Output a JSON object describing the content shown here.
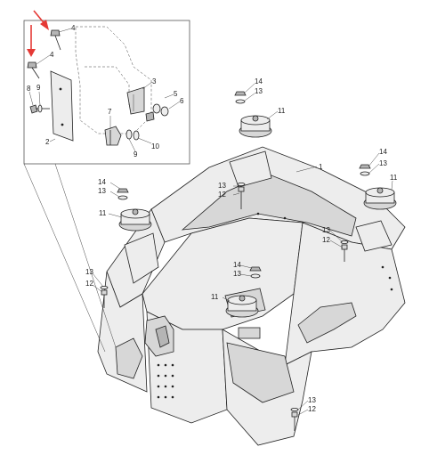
{
  "callouts": {
    "inset": [
      "4",
      "4",
      "8",
      "9",
      "2",
      "3",
      "5",
      "6",
      "7",
      "9",
      "10"
    ],
    "main": [
      "14",
      "13",
      "11",
      "1",
      "14",
      "13",
      "11",
      "13",
      "12",
      "14",
      "13",
      "11",
      "13",
      "12",
      "13",
      "12",
      "14",
      "13",
      "11",
      "13",
      "12"
    ]
  },
  "colors": {
    "arrow": "#e53935",
    "line": "#222222",
    "frame": "#555555"
  }
}
